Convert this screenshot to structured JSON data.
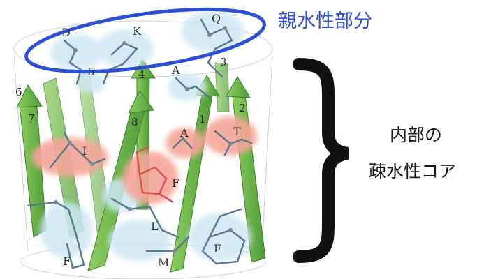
{
  "annotations": {
    "hydrophilic_label": "親水性部分",
    "core_line1": "内部の",
    "core_line2": "疎水性コア",
    "hydrophilic_color": "#2d4fd6",
    "bracket_color": "#111111"
  },
  "strand_numbers": [
    "1",
    "2",
    "3",
    "4",
    "5",
    "6",
    "7",
    "8"
  ],
  "residues": {
    "hydrophilic": [
      "D",
      "K",
      "Q"
    ],
    "rim": [
      "A"
    ],
    "hydrophobic_core": [
      "I",
      "A",
      "T",
      "F"
    ],
    "lower": [
      "L",
      "F",
      "M",
      "F"
    ]
  },
  "colors": {
    "strand": "#6fb04a",
    "hydrophobic_glow": "#f07a6a",
    "hydrophilic_glow": "#bfe0f0",
    "sidechain": "#5d7a8c"
  }
}
